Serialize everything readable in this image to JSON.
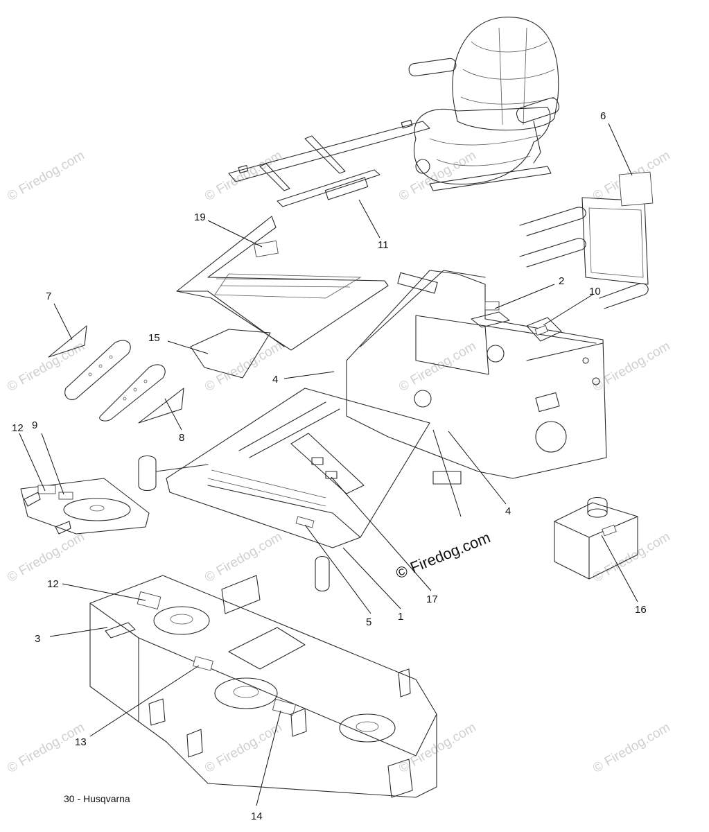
{
  "footer_text": "30 - Husqvarna",
  "center_watermark": "© Firedog.com",
  "watermark_text": "© Firedog.com",
  "callouts": {
    "c1": "1",
    "c2": "2",
    "c3": "3",
    "c4a": "4",
    "c4b": "4",
    "c5": "5",
    "c6": "6",
    "c7": "7",
    "c8": "8",
    "c9": "9",
    "c10": "10",
    "c11": "11",
    "c12a": "12",
    "c12b": "12",
    "c13": "13",
    "c14": "14",
    "c15": "15",
    "c16": "16",
    "c17": "17",
    "c19": "19"
  }
}
